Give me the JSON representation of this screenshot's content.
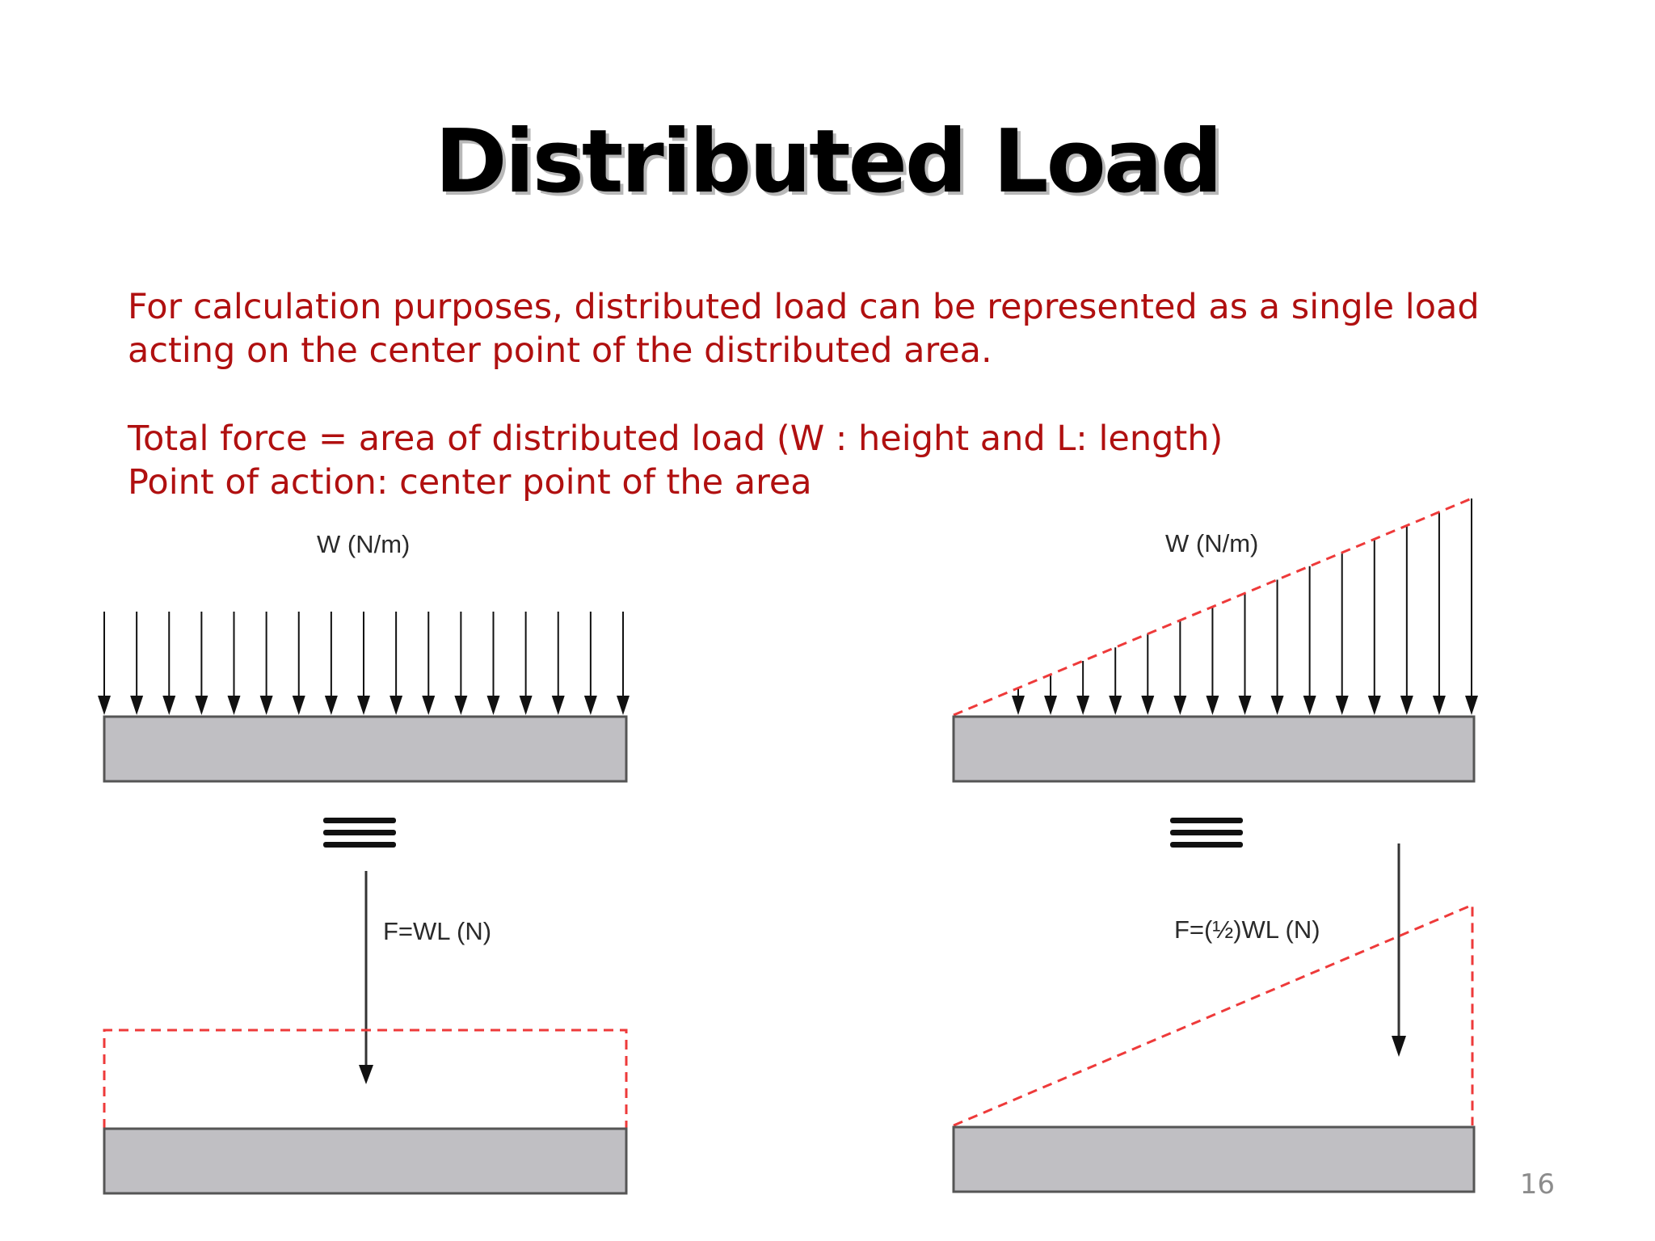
{
  "slide": {
    "title": "Distributed Load",
    "paragraph_line1": "For calculation purposes, distributed load can be represented as a single load",
    "paragraph_line2": "acting on the center point of the distributed area.",
    "total_force_line": "Total force = area of distributed load (W : height and L: length)",
    "point_of_action_line": "Point of action: center point of the area",
    "page_number": "16"
  },
  "diagrams": {
    "uniform": {
      "load_label": "W (N/m)",
      "equivalent_force_label": "F=WL  (N)"
    },
    "triangular": {
      "load_label": "W (N/m)",
      "equivalent_force_label": "F=(½)WL  (N)"
    }
  },
  "colors": {
    "text_red": "#b01010",
    "beam_fill": "#c0bfc3",
    "dashed_red": "#ee3a3a"
  }
}
